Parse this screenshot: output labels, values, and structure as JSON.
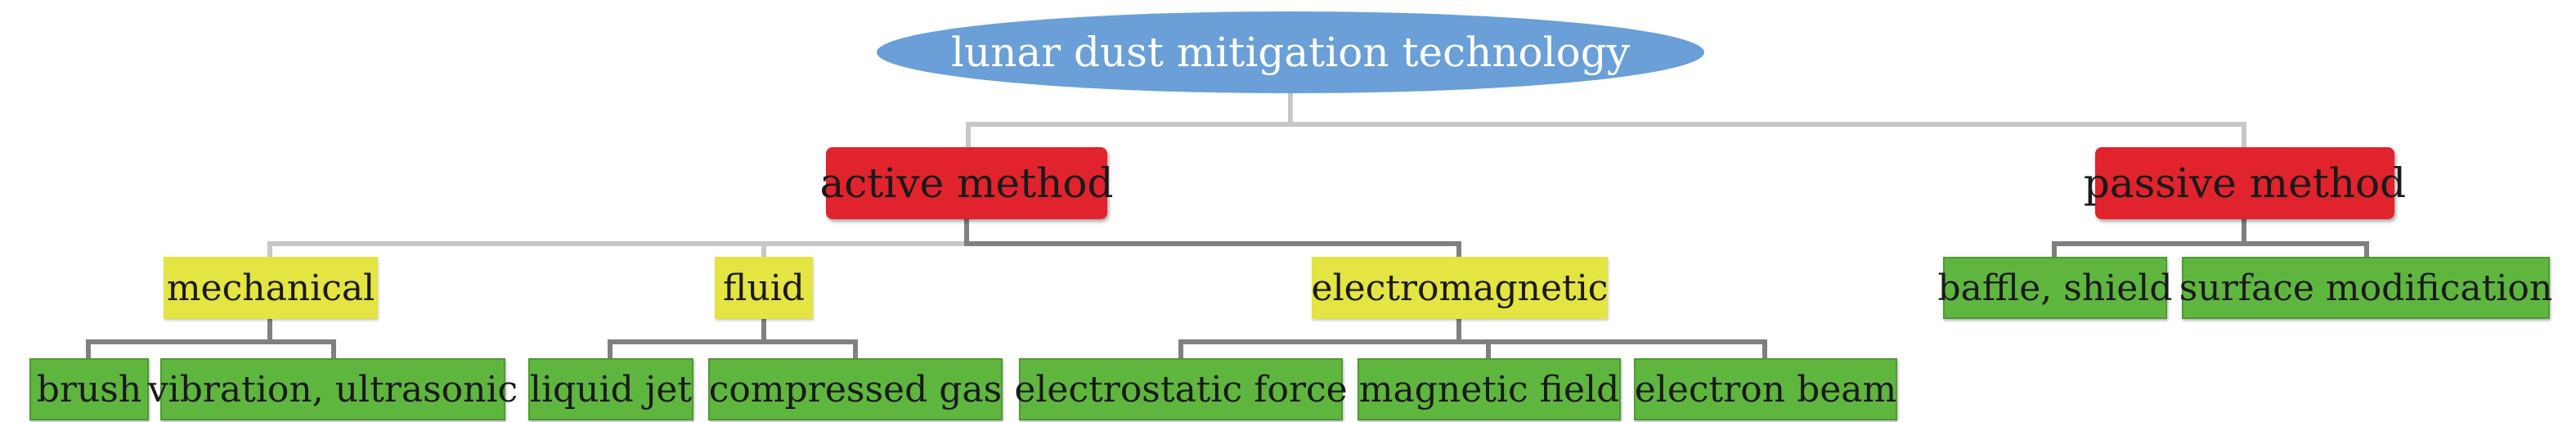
{
  "root": "lunar dust mitigation technology",
  "methods": {
    "active": "active method",
    "passive": "passive method"
  },
  "categories": {
    "mechanical": "mechanical",
    "fluid": "fluid",
    "electromagnetic": "electromagnetic"
  },
  "leaves": {
    "brush": "brush",
    "vibration": "vibration, ultrasonic",
    "liquid_jet": "liquid jet",
    "compressed_gas": "compressed gas",
    "electrostatic": "electrostatic force",
    "magnetic": "magnetic field",
    "electron_beam": "electron beam",
    "baffle": "baffle, shield",
    "surface": "surface modification"
  },
  "colors": {
    "root": "#6a9fd8",
    "method": "#e0232d",
    "category": "#e4e442",
    "leaf": "#5fb63f",
    "connector_light": "#c8c8c8",
    "connector_dark": "#808080"
  }
}
